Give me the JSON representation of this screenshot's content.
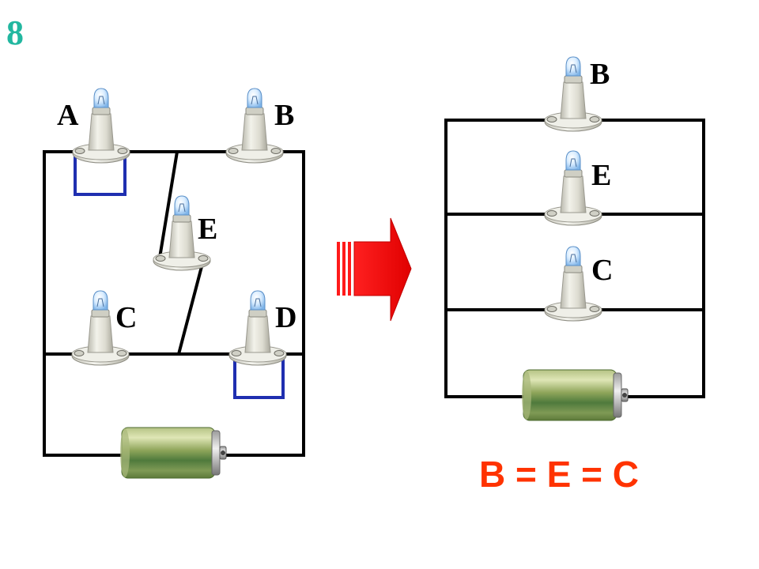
{
  "slide_number": "8",
  "colors": {
    "slide_number": "#22b7a0",
    "equation": "#ff3300",
    "arrow": "#ff0000",
    "short_wire": "#1f2fb0",
    "wire": "#000000"
  },
  "left_circuit": {
    "labels": {
      "a": "A",
      "b": "B",
      "c": "C",
      "d": "D",
      "e": "E"
    }
  },
  "right_circuit": {
    "labels": {
      "b": "B",
      "e": "E",
      "c": "C"
    }
  },
  "equation": "B = E = C",
  "icons": {
    "bulb": "light-bulb-icon",
    "battery": "battery-icon",
    "arrow": "right-arrow-icon"
  }
}
